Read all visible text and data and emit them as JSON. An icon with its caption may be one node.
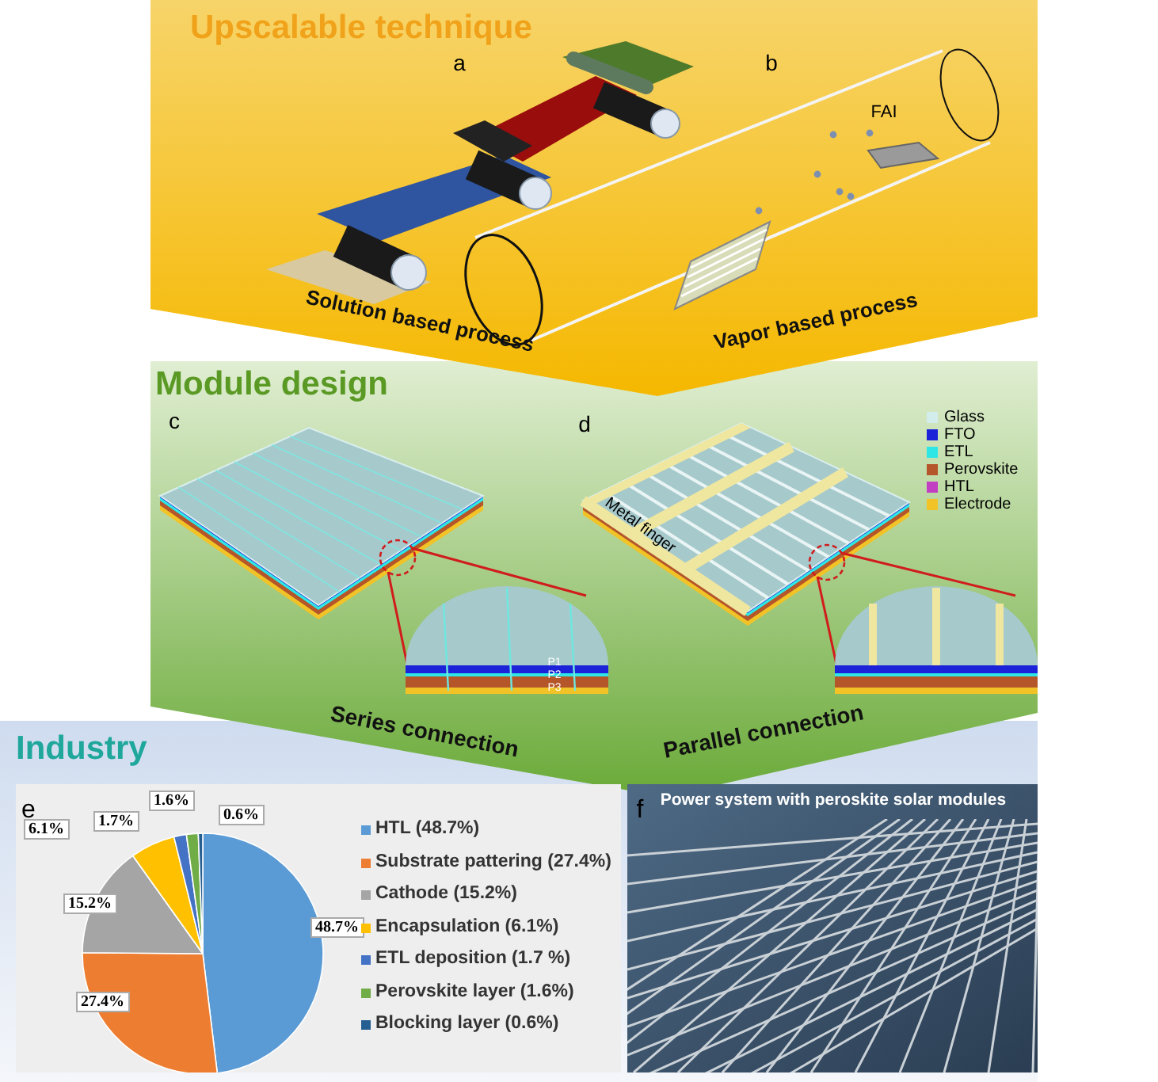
{
  "diagram": {
    "nodes": [
      {
        "text": [
          "Upscalable technique"
        ]
      },
      {
        "text": [
          "Module design"
        ]
      },
      {
        "text": [
          "Industry"
        ]
      }
    ],
    "labels": [
      "a",
      "b",
      "FAI",
      "Solution based process",
      "Vapor based process",
      "c",
      "d",
      "Metal finger",
      "P1",
      "P2",
      "P3",
      "Series connection",
      "Parallel connection",
      "e",
      "f",
      "Power system with peroskite solar modules"
    ],
    "legend": [
      {
        "text": "Glass",
        "color": "#d3ecec"
      },
      {
        "text": "FTO",
        "color": "#1c22d8"
      },
      {
        "text": "ETL",
        "color": "#2ee6e6"
      },
      {
        "text": "Perovskite",
        "color": "#b4552a"
      },
      {
        "text": "HTL",
        "color": "#c23ec2"
      },
      {
        "text": "Electrode",
        "color": "#f2c326"
      }
    ],
    "chart_data": {
      "type": "pie",
      "categories": [
        "HTL (48.7%)",
        "Substrate pattering (27.4%)",
        "Cathode (15.2%)",
        "Encapsulation (6.1%)",
        "ETL deposition (1.7 %)",
        "Perovskite layer (1.6%)",
        "Blocking layer (0.6%)"
      ],
      "series": [
        {
          "values": [
            48.7,
            27.4,
            15.2,
            6.1,
            1.7,
            1.6,
            0.6
          ],
          "colors": [
            "#5b9bd5",
            "#ed7d31",
            "#a5a5a5",
            "#ffc000",
            "#4472c4",
            "#70ad47",
            "#255e91"
          ]
        }
      ],
      "legend": "right",
      "value_labels": [
        "48.7%",
        "27.4%",
        "15.2%",
        "6.1%",
        "1.7%",
        "1.6%",
        "0.6%"
      ]
    }
  }
}
